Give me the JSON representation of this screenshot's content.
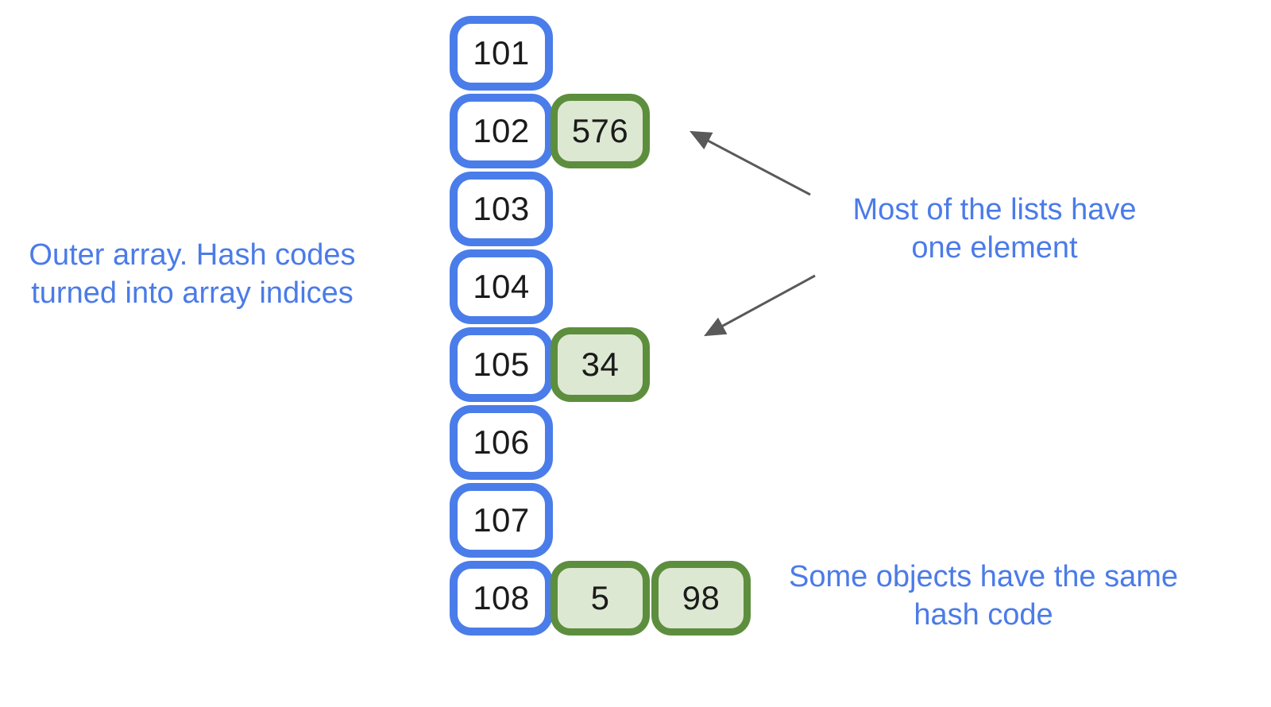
{
  "array": {
    "rows": [
      {
        "index": "101",
        "items": []
      },
      {
        "index": "102",
        "items": [
          "576"
        ]
      },
      {
        "index": "103",
        "items": []
      },
      {
        "index": "104",
        "items": []
      },
      {
        "index": "105",
        "items": [
          "34"
        ]
      },
      {
        "index": "106",
        "items": []
      },
      {
        "index": "107",
        "items": []
      },
      {
        "index": "108",
        "items": [
          "5",
          "98"
        ]
      }
    ]
  },
  "annotations": {
    "outer_array": {
      "line1": "Outer array. Hash codes",
      "line2": "turned into array indices"
    },
    "most_lists": {
      "line1": "Most of the lists have",
      "line2": "one element"
    },
    "same_hash": {
      "line1": "Some objects have the same",
      "line2": "hash code"
    }
  },
  "colors": {
    "blue_border": "#4a7de9",
    "green_border": "#5d8e3e",
    "green_fill": "#dde8d2",
    "annotation_blue": "#4b7be8",
    "arrow_gray": "#595959",
    "number_text": "#1b1b1b",
    "background": "#ffffff"
  }
}
